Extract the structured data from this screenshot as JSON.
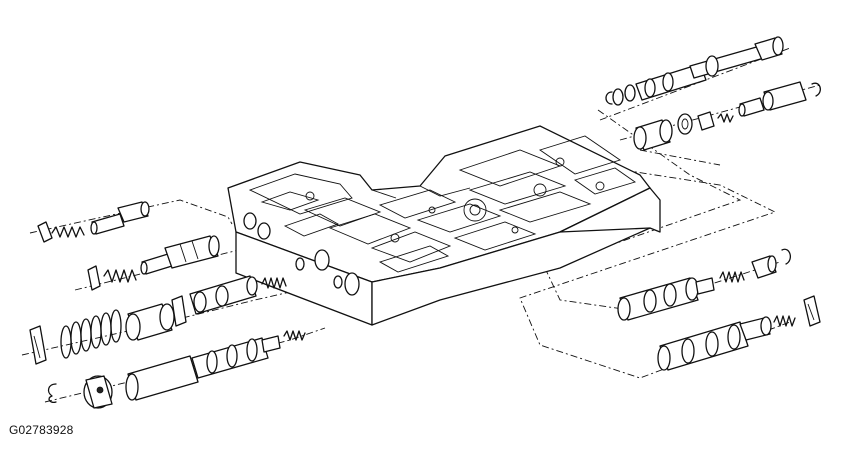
{
  "figure": {
    "code": "G02783928"
  },
  "parts": {
    "valve_body": "valve-body-casting",
    "left_bores": 6,
    "right_bores": 2
  },
  "colors": {
    "ink": "#111111",
    "background": "#ffffff"
  }
}
